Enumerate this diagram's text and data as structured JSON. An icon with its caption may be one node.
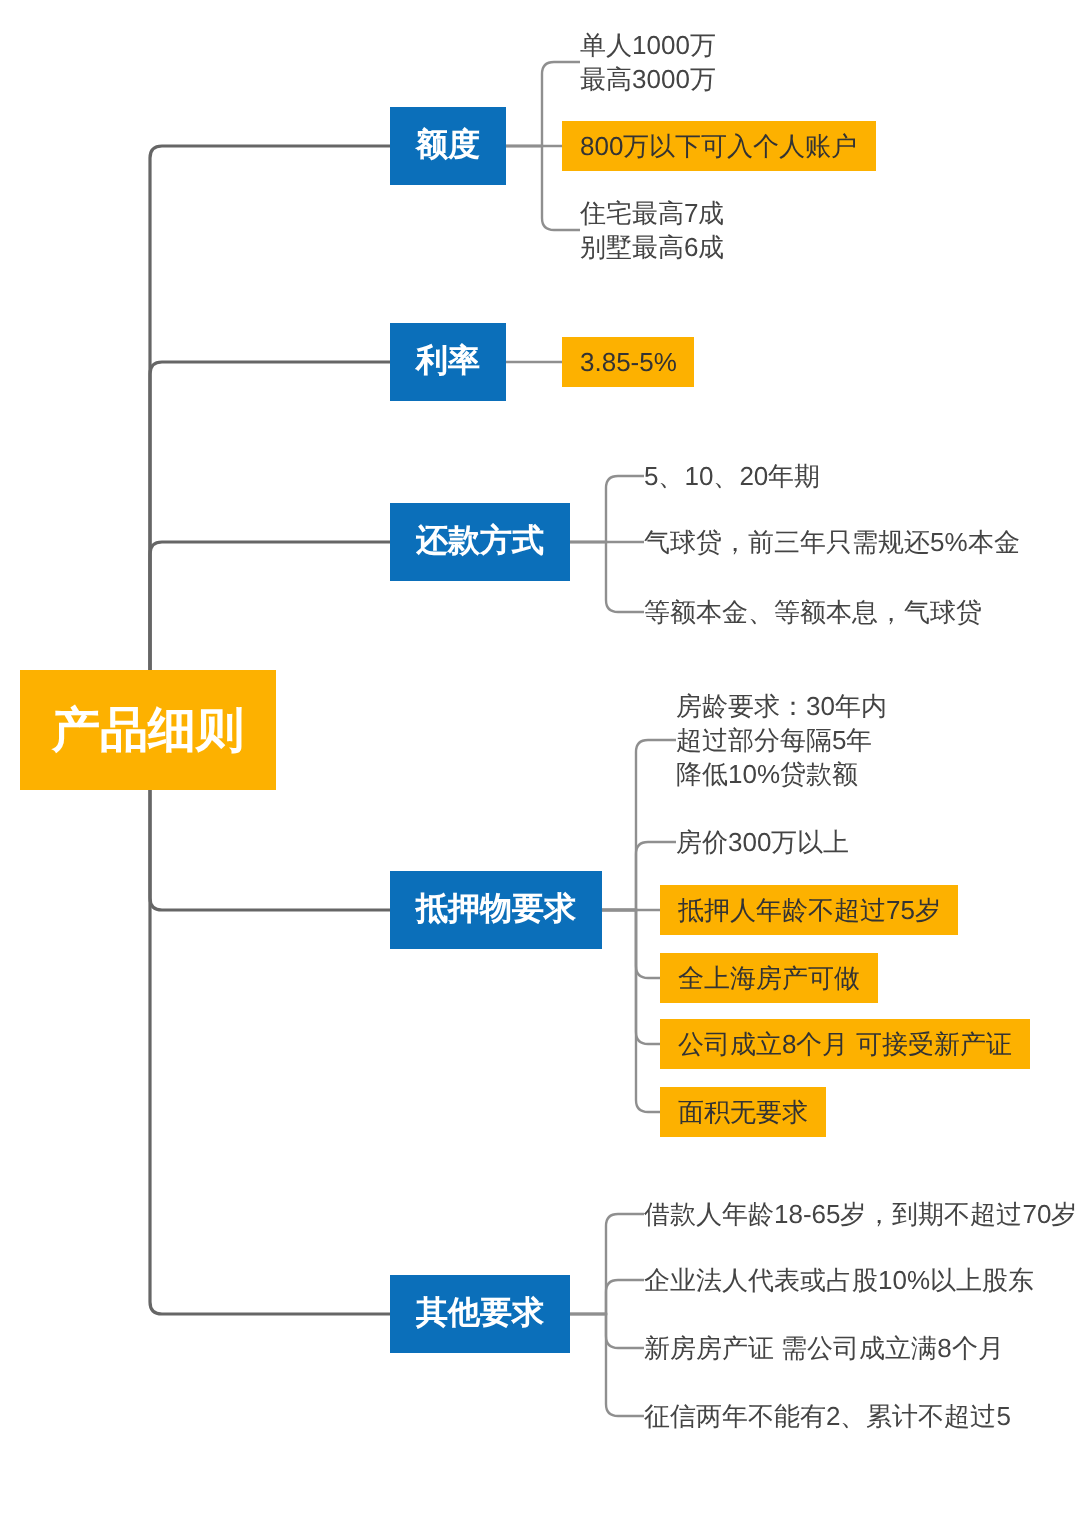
{
  "diagram": {
    "nodes": [
      {
        "text": [
          "产品细则"
        ]
      },
      {
        "text": [
          "额度"
        ]
      },
      {
        "text": [
          "单人1000万最高3000万"
        ]
      },
      {
        "text": [
          "800万以下可入个人账户"
        ]
      },
      {
        "text": [
          "住宅最高7成别墅最高6成"
        ]
      },
      {
        "text": [
          "利率"
        ]
      },
      {
        "text": [
          "3.85-5%"
        ]
      },
      {
        "text": [
          "还款方式"
        ]
      },
      {
        "text": [
          "5、10、20年期"
        ]
      },
      {
        "text": [
          "气球贷，前三年只需规还5%本金"
        ]
      },
      {
        "text": [
          "等额本金、等额本息，气球贷"
        ]
      },
      {
        "text": [
          "抵押物要求"
        ]
      },
      {
        "text": [
          "房龄要求：30年内超过部分每隔5年降低10%贷款额"
        ]
      },
      {
        "text": [
          "房价300万以上"
        ]
      },
      {
        "text": [
          "抵押人年龄不超过75岁"
        ]
      },
      {
        "text": [
          "全上海房产可做"
        ]
      },
      {
        "text": [
          "公司成立8个月 可接受新产证"
        ]
      },
      {
        "text": [
          "面积无要求"
        ]
      },
      {
        "text": [
          "其他要求"
        ]
      },
      {
        "text": [
          "借款人年龄18-65岁，到期不超过70岁"
        ]
      },
      {
        "text": [
          "企业法人代表或占股10%以上股东"
        ]
      },
      {
        "text": [
          "新房房产证 需公司成立满8个月"
        ]
      },
      {
        "text": [
          "征信两年不能有2、累计不超过5"
        ]
      }
    ],
    "edges": [
      {
        "from": 0,
        "to": 1,
        "arrow": "none"
      },
      {
        "from": 0,
        "to": 5,
        "arrow": "none"
      },
      {
        "from": 0,
        "to": 7,
        "arrow": "none"
      },
      {
        "from": 0,
        "to": 11,
        "arrow": "none"
      },
      {
        "from": 0,
        "to": 18,
        "arrow": "none"
      },
      {
        "from": 1,
        "to": 2,
        "arrow": "none"
      },
      {
        "from": 1,
        "to": 3,
        "arrow": "none"
      },
      {
        "from": 1,
        "to": 4,
        "arrow": "none"
      },
      {
        "from": 5,
        "to": 6,
        "arrow": "none"
      },
      {
        "from": 7,
        "to": 8,
        "arrow": "none"
      },
      {
        "from": 7,
        "to": 9,
        "arrow": "none"
      },
      {
        "from": 7,
        "to": 10,
        "arrow": "none"
      },
      {
        "from": 11,
        "to": 12,
        "arrow": "none"
      },
      {
        "from": 11,
        "to": 13,
        "arrow": "none"
      },
      {
        "from": 11,
        "to": 14,
        "arrow": "none"
      },
      {
        "from": 11,
        "to": 15,
        "arrow": "none"
      },
      {
        "from": 11,
        "to": 16,
        "arrow": "none"
      },
      {
        "from": 11,
        "to": 17,
        "arrow": "none"
      },
      {
        "from": 18,
        "to": 19,
        "arrow": "none"
      },
      {
        "from": 18,
        "to": 20,
        "arrow": "none"
      },
      {
        "from": 18,
        "to": 21,
        "arrow": "none"
      },
      {
        "from": 18,
        "to": 22,
        "arrow": "none"
      }
    ]
  }
}
